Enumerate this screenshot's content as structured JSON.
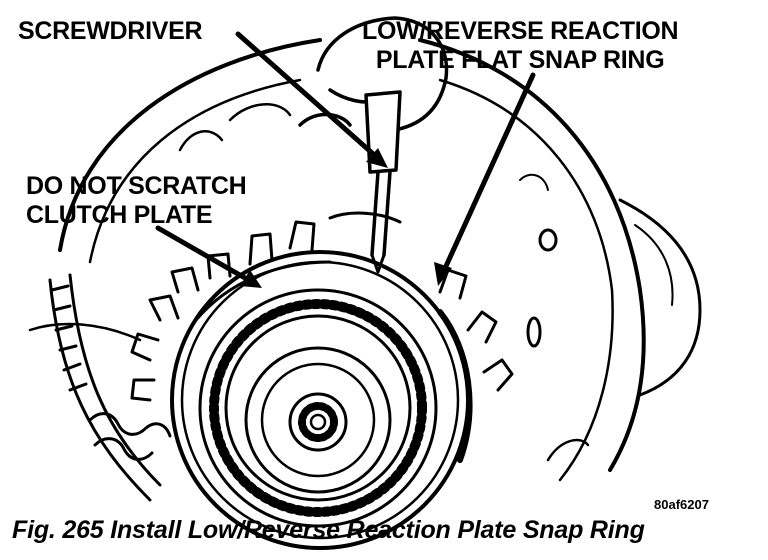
{
  "labels": {
    "screwdriver": "SCREWDRIVER",
    "snap_ring_line1": "LOW/REVERSE REACTION",
    "snap_ring_line2": "PLATE FLAT SNAP RING",
    "no_scratch_line1": "DO NOT SCRATCH",
    "no_scratch_line2": "CLUTCH PLATE"
  },
  "figure_id": "80af6207",
  "caption": "Fig. 265 Install Low/Reverse Reaction Plate Snap Ring",
  "colors": {
    "ink": "#000000",
    "paper": "#ffffff"
  }
}
